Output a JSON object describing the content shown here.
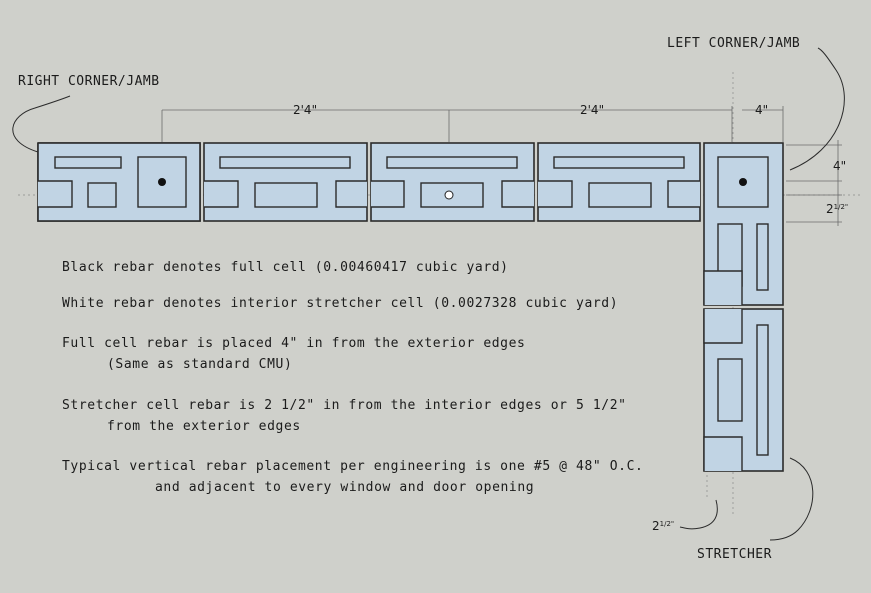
{
  "labels": {
    "right_corner": "RIGHT CORNER/JAMB",
    "left_corner": "LEFT CORNER/JAMB",
    "stretcher": "STRETCHER"
  },
  "dimensions": {
    "span_1": "2'4\"",
    "span_2": "2'4\"",
    "width_4_top": "4\"",
    "width_4_side": "4\"",
    "two_half_right": "2",
    "two_half_right_frac": "1/2\"",
    "two_half_bottom": "2",
    "two_half_bottom_frac": "1/2\""
  },
  "notes": [
    "Black rebar denotes full cell (0.00460417 cubic yard)",
    "White rebar denotes interior stretcher cell (0.0027328 cubic yard)",
    "Full cell rebar is placed 4\" in from the exterior edges",
    "(Same as standard CMU)",
    "Stretcher cell rebar is 2 1/2\" in from the interior edges or 5 1/2\"",
    "from the exterior edges",
    "Typical vertical rebar placement per engineering is one #5 @ 48\" O.C.",
    "and adjacent to every window and door opening"
  ],
  "colors": {
    "background": "#cfd0cb",
    "block_fill": "#c1d4e4",
    "outline": "#2b2b2b"
  }
}
